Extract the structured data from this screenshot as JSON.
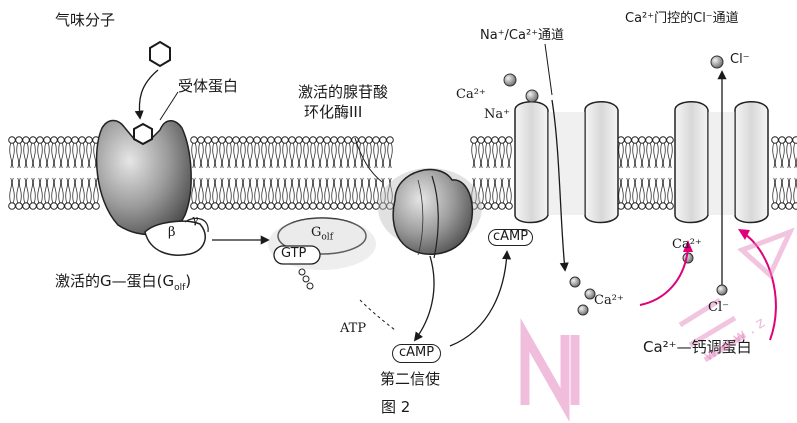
{
  "labels": {
    "odorant": "气味分子",
    "receptor": "受体蛋白",
    "adenylyl_cyclase_l1": "激活的腺苷酸",
    "adenylyl_cyclase_l2": "环化酶III",
    "na_ca_channel": "Na⁺/Ca²⁺通道",
    "cl_channel": "Ca²⁺门控的Cl⁻通道",
    "cl_ion_top": "Cl⁻",
    "ca_ion": "Ca²⁺",
    "na_ion": "Na⁺",
    "g_olf": "G",
    "g_olf_sub": "olf",
    "gtp": "GTP",
    "beta": "β",
    "gamma": "γ",
    "camp_membrane": "cAMP",
    "camp_center": "cAMP",
    "atp": "ATP",
    "second_messenger": "第二信使",
    "activated_g": "激活的G—蛋白(G",
    "activated_g_sub": "olf",
    "activated_g_end": ")",
    "ca_inside": "Ca²⁺",
    "ca_inside2": "Ca²⁺",
    "cl_inside": "Cl⁻",
    "calmodulin": "Ca²⁺—钙调蛋白",
    "figure_caption": "图 2"
  },
  "watermark": {
    "text": "w w w . z"
  },
  "colors": {
    "ink": "#1a1a1a",
    "protein_fill": "#8a8a8a",
    "arrow_pink": "#e0007a",
    "watermark": "#e48ac0"
  }
}
